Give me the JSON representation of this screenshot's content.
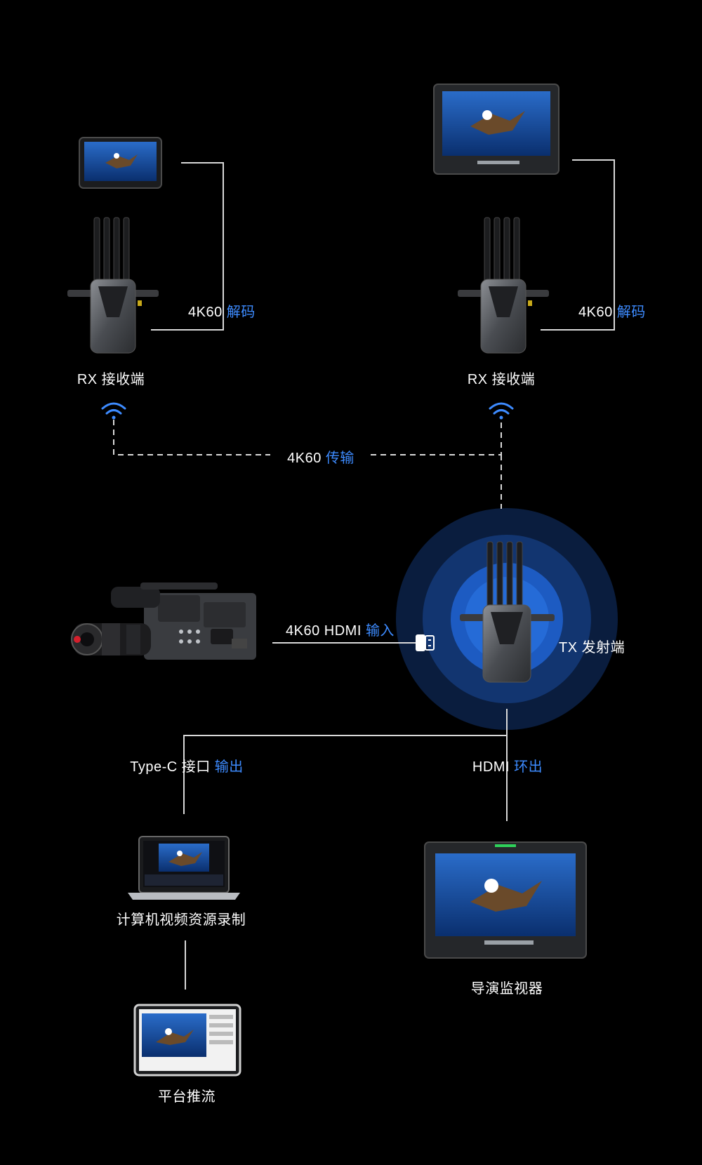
{
  "colors": {
    "background": "#000000",
    "line": "#d9d9d9",
    "highlight": "#3d8bff",
    "glow_outer": "#0e2a55",
    "glow_mid": "#1a4d9e",
    "glow_inner": "#2f7de6"
  },
  "rx_left": {
    "speed": "4K60",
    "action": "解码",
    "name": "RX 接收端"
  },
  "rx_right": {
    "speed": "4K60",
    "action": "解码",
    "name": "RX 接收端"
  },
  "wireless": {
    "speed": "4K60",
    "action": "传输"
  },
  "hdmi_in": {
    "text": "4K60 HDMI",
    "action": "输入"
  },
  "tx": {
    "name": "TX 发射端"
  },
  "typec": {
    "text": "Type-C 接口",
    "action": "输出"
  },
  "hdmi_out": {
    "text": "HDMI",
    "action": "环出"
  },
  "computer": {
    "name": "计算机视频资源录制"
  },
  "director_monitor": {
    "name": "导演监视器"
  },
  "platform": {
    "name": "平台推流"
  },
  "icons": [
    "monitor-icon",
    "receiver-icon",
    "wifi-icon",
    "camera-icon",
    "transmitter-icon",
    "laptop-icon",
    "tablet-icon",
    "hdmi-plug-icon"
  ]
}
